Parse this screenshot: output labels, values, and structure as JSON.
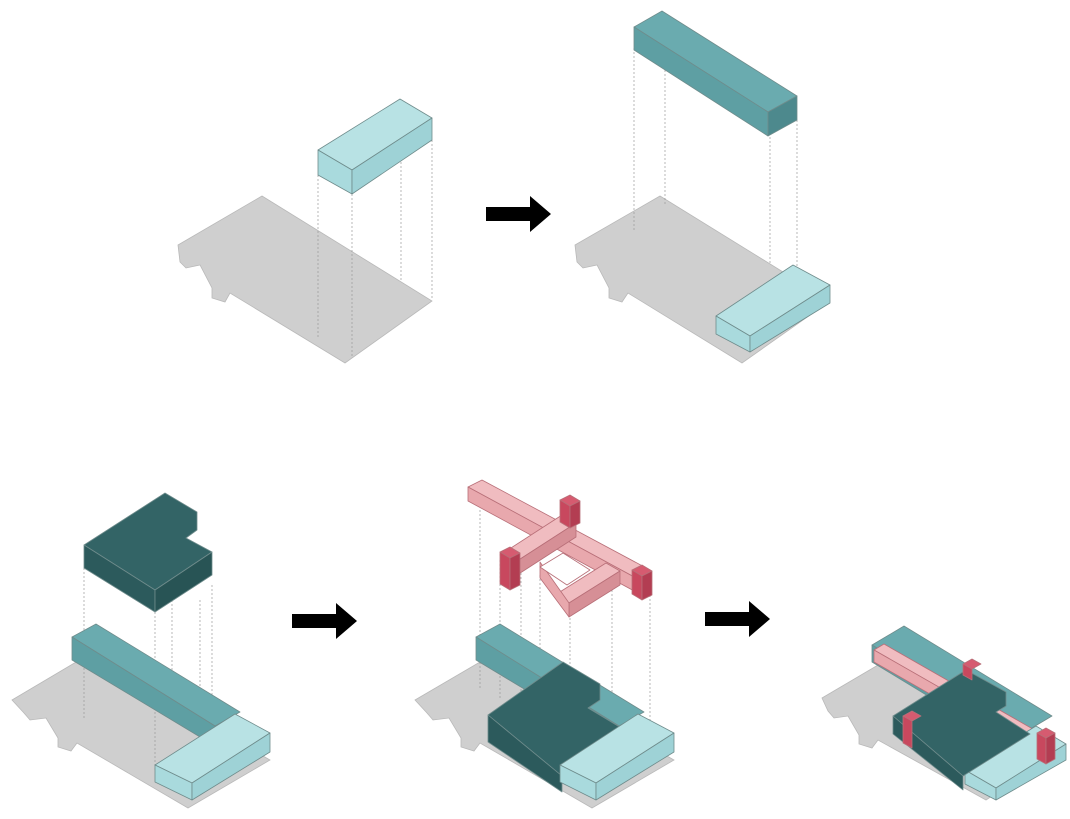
{
  "colors": {
    "background": "#ffffff",
    "site_gray": "#cfcfcf",
    "light_cyan": "#a9dadd",
    "light_cyan_side": "#8ec7cb",
    "medium_teal": "#5e9fa3",
    "medium_teal_dark": "#4d898d",
    "dark_teal": "#336466",
    "dark_teal_dark": "#285455",
    "pink": "#e8a8ad",
    "pink_side": "#d68f96",
    "red": "#c8485e",
    "arrow": "#000000"
  },
  "steps": [
    {
      "name": "step-1",
      "volumes": [
        "light-cyan-bar"
      ]
    },
    {
      "name": "step-2",
      "volumes": [
        "medium-teal-bar",
        "light-cyan-bar"
      ]
    },
    {
      "name": "step-3",
      "volumes": [
        "dark-teal-volume",
        "medium-teal-bar",
        "light-cyan-bar"
      ]
    },
    {
      "name": "step-4",
      "volumes": [
        "pink-frame",
        "red-cores",
        "dark-teal-volume",
        "medium-teal-bar",
        "light-cyan-bar"
      ]
    },
    {
      "name": "step-5",
      "volumes": [
        "assembled-massing"
      ]
    }
  ],
  "arrows": [
    {
      "name": "arrow-1",
      "icon": "right-arrow-icon"
    },
    {
      "name": "arrow-2",
      "icon": "right-arrow-icon"
    },
    {
      "name": "arrow-3",
      "icon": "right-arrow-icon"
    }
  ]
}
